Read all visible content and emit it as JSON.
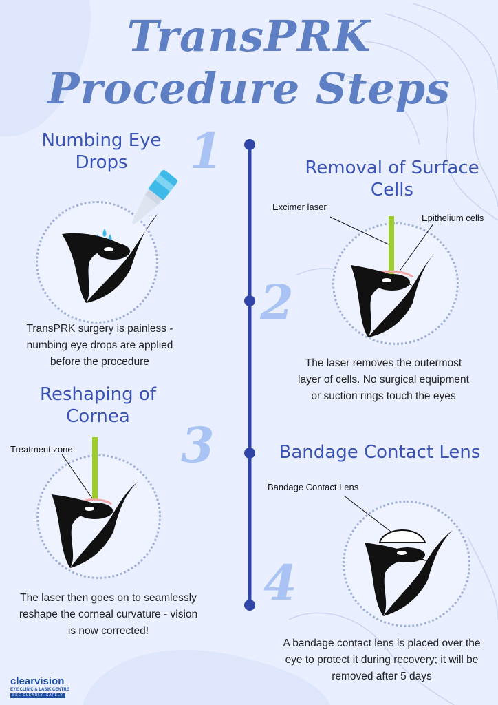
{
  "title": {
    "line1": "TransPRK",
    "line2": "Procedure Steps"
  },
  "steps": [
    {
      "number": "1",
      "heading_line1": "Numbing Eye",
      "heading_line2": "Drops",
      "description": "TransPRK surgery is painless - numbing eye drops are applied before the procedure"
    },
    {
      "number": "2",
      "heading_line1": "Removal of Surface",
      "heading_line2": "Cells",
      "labels": [
        "Excimer laser",
        "Epithelium cells"
      ],
      "description": "The laser removes the outermost layer of cells. No surgical equipment or suction rings touch the eyes"
    },
    {
      "number": "3",
      "heading_line1": "Reshaping of",
      "heading_line2": "Cornea",
      "labels": [
        "Treatment zone"
      ],
      "description": "The laser then goes on to seamlessly reshape the corneal curvature - vision is now corrected!"
    },
    {
      "number": "4",
      "heading_line1": "Bandage Contact Lens",
      "labels": [
        "Bandage Contact Lens"
      ],
      "description": "A bandage contact lens is placed over the eye to protect it during recovery; it will be removed after 5 days"
    }
  ],
  "logo": {
    "name": "clearvision",
    "subtitle": "EYE CLINIC & LASIK CENTRE",
    "tagline": "SEE CLEARLY, SAFELY"
  },
  "colors": {
    "background": "#e9efff",
    "title": "#5f7fc4",
    "heading": "#3a53b3",
    "timeline": "#2f46a8",
    "number": "#a9c3f4",
    "laser": "#9ccc2e",
    "dropper": "#3fb9e8"
  }
}
